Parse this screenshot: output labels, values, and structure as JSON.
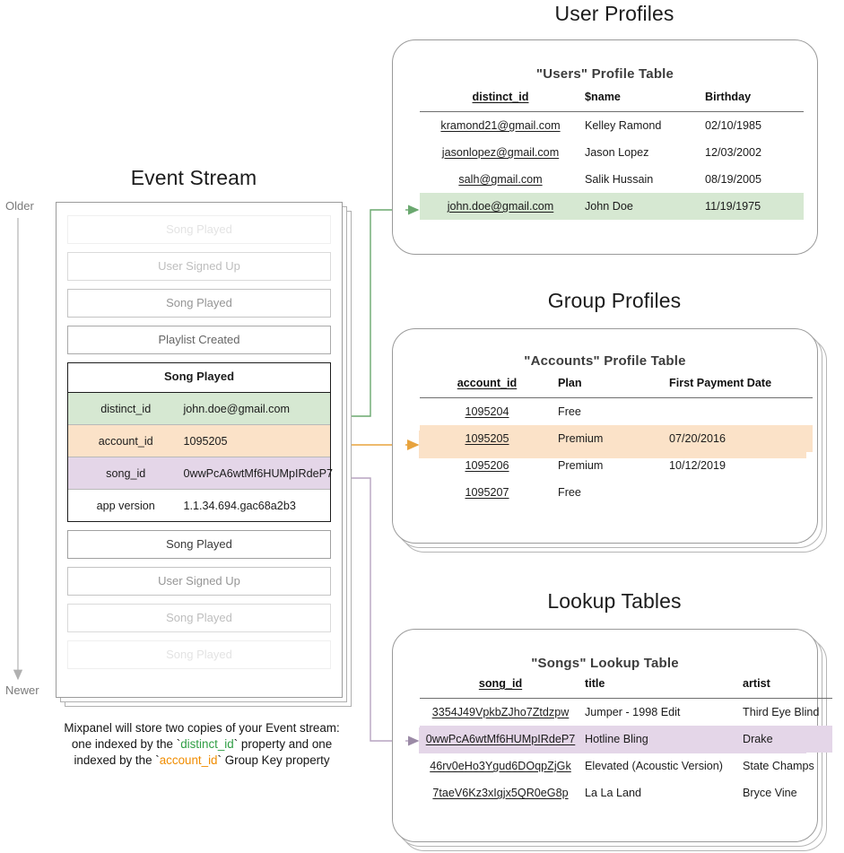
{
  "sections": {
    "user_profiles_title": "User Profiles",
    "group_profiles_title": "Group Profiles",
    "lookup_tables_title": "Lookup Tables",
    "event_stream_title": "Event Stream"
  },
  "colors": {
    "green": "#d6e8d2",
    "orange": "#fbe2c8",
    "purple": "#e4d6e8",
    "green_arrow": "#6aa86f",
    "orange_arrow": "#e8a33d",
    "purple_arrow": "#9b8aa6",
    "caption_green": "#2f9e44",
    "caption_orange": "#f08c00"
  },
  "users_table": {
    "title": "\"Users\" Profile Table",
    "columns": [
      "distinct_id",
      "$name",
      "Birthday"
    ],
    "key_column": "distinct_id",
    "rows": [
      {
        "distinct_id": "kramond21@gmail.com",
        "name": "Kelley Ramond",
        "birthday": "02/10/1985",
        "highlight": "none"
      },
      {
        "distinct_id": "jasonlopez@gmail.com",
        "name": "Jason Lopez",
        "birthday": "12/03/2002",
        "highlight": "none"
      },
      {
        "distinct_id": "salh@gmail.com",
        "name": "Salik Hussain",
        "birthday": "08/19/2005",
        "highlight": "none"
      },
      {
        "distinct_id": "john.doe@gmail.com",
        "name": "John Doe",
        "birthday": "11/19/1975",
        "highlight": "green"
      }
    ]
  },
  "accounts_table": {
    "title": "\"Accounts\" Profile Table",
    "columns": [
      "account_id",
      "Plan",
      "First Payment Date"
    ],
    "key_column": "account_id",
    "rows": [
      {
        "account_id": "1095204",
        "plan": "Free",
        "first_payment_date": "",
        "highlight": "none"
      },
      {
        "account_id": "1095205",
        "plan": "Premium",
        "first_payment_date": "07/20/2016",
        "highlight": "orange"
      },
      {
        "account_id": "1095206",
        "plan": "Premium",
        "first_payment_date": "10/12/2019",
        "highlight": "none"
      },
      {
        "account_id": "1095207",
        "plan": "Free",
        "first_payment_date": "",
        "highlight": "none"
      }
    ]
  },
  "songs_table": {
    "title": "\"Songs\" Lookup Table",
    "columns": [
      "song_id",
      "title",
      "artist"
    ],
    "key_column": "song_id",
    "rows": [
      {
        "song_id": "3354J49VpkbZJho7Ztdzpw",
        "title": "Jumper - 1998 Edit",
        "artist": "Third Eye Blind",
        "highlight": "none"
      },
      {
        "song_id": "0wwPcA6wtMf6HUMpIRdeP7",
        "title": "Hotline Bling",
        "artist": "Drake",
        "highlight": "purple"
      },
      {
        "song_id": "46rv0eHo3Ygud6DOqpZjGk",
        "title": "Elevated (Acoustic Version)",
        "artist": "State Champs",
        "highlight": "none"
      },
      {
        "song_id": "7taeV6Kz3xIgjx5QR0eG8p",
        "title": "La La Land",
        "artist": "Bryce Vine",
        "highlight": "none"
      }
    ]
  },
  "event_stream": {
    "timeline": {
      "top_label": "Older",
      "bottom_label": "Newer"
    },
    "events_above": [
      {
        "label": "Song Played",
        "fade": "f1"
      },
      {
        "label": "User Signed Up",
        "fade": "f2"
      },
      {
        "label": "Song Played",
        "fade": "f3"
      },
      {
        "label": "Playlist Created",
        "fade": "f4"
      }
    ],
    "selected_event": {
      "name": "Song Played",
      "properties": [
        {
          "key": "distinct_id",
          "value": "john.doe@gmail.com",
          "highlight": "green"
        },
        {
          "key": "account_id",
          "value": "1095205",
          "highlight": "orange"
        },
        {
          "key": "song_id",
          "value": "0wwPcA6wtMf6HUMpIRdeP7",
          "highlight": "purple"
        },
        {
          "key": "app version",
          "value": "1.1.34.694.gac68a2b3",
          "highlight": "none"
        }
      ]
    },
    "events_below": [
      {
        "label": "Song Played",
        "fade": "solid"
      },
      {
        "label": "User Signed Up",
        "fade": "f3"
      },
      {
        "label": "Song Played",
        "fade": "f2"
      },
      {
        "label": "Song Played",
        "fade": "f1"
      }
    ]
  },
  "caption": {
    "line1": "Mixpanel will store two copies of your Event stream:",
    "line2_a": "one indexed by the `",
    "line2_key": "distinct_id",
    "line2_b": "` property and one",
    "line3_a": "indexed by the `",
    "line3_key": "account_id",
    "line3_b": "` Group Key property"
  }
}
